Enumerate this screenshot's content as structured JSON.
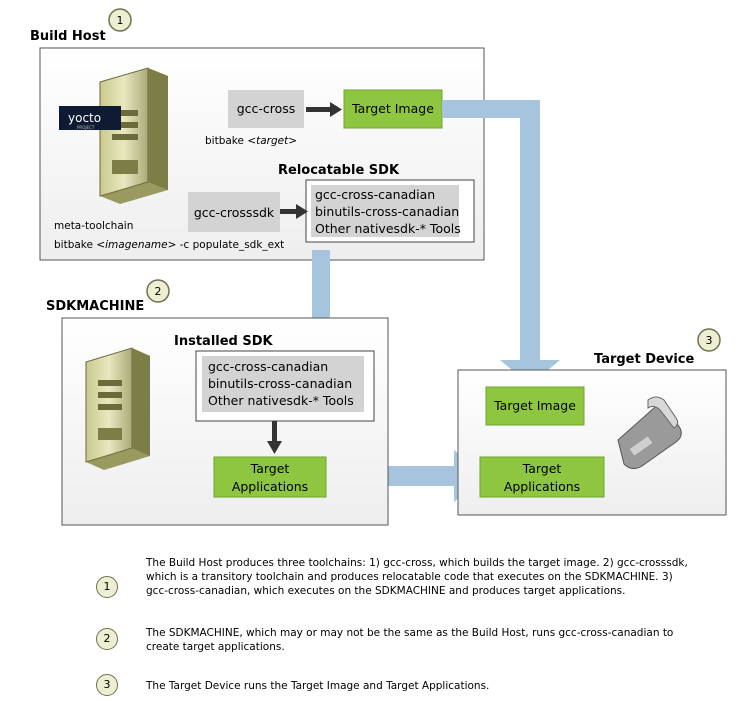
{
  "build_host": {
    "title": "Build Host",
    "badge": "1",
    "logo_text": "yocto",
    "logo_subtext": "PROJECT",
    "gcc_cross": "gcc-cross",
    "target_image": "Target Image",
    "bitbake_target_prefix": "bitbake ",
    "bitbake_target_arg": "<target>",
    "relocatable_sdk_title": "Relocatable SDK",
    "gcc_crosssdk": "gcc-crosssdk",
    "sdk_tools": [
      "gcc-cross-canadian",
      "binutils-cross-canadian",
      "Other nativesdk-* Tools"
    ],
    "meta_toolchain": "meta-toolchain",
    "bitbake_populate_prefix": "bitbake ",
    "bitbake_populate_arg": "<imagename>",
    "bitbake_populate_suffix": " -c populate_sdk_ext"
  },
  "sdkmachine": {
    "title": "SDKMACHINE",
    "badge": "2",
    "installed_sdk_title": "Installed SDK",
    "sdk_tools": [
      "gcc-cross-canadian",
      "binutils-cross-canadian",
      "Other nativesdk-* Tools"
    ],
    "target_applications_line1": "Target",
    "target_applications_line2": "Applications"
  },
  "target_device": {
    "title": "Target Device",
    "badge": "3",
    "target_image": "Target Image",
    "target_applications_line1": "Target",
    "target_applications_line2": "Applications"
  },
  "legend": [
    {
      "number": "1",
      "text": "The Build Host produces three toolchains: 1)  gcc-cross, which builds the target image.  2) gcc-crosssdk, which is a transitory toolchain and produces relocatable code that executes on the SDKMACHINE. 3) gcc-cross-canadian, which executes on the SDKMACHINE and produces target applications."
    },
    {
      "number": "2",
      "text": "The SDKMACHINE, which may or may not be the same as the Build Host, runs gcc-cross-canadian to create target applications."
    },
    {
      "number": "3",
      "text": "The Target Device runs the Target Image and Target Applications."
    }
  ],
  "colors": {
    "green": "#8ec63f",
    "green_border": "#6ea52b",
    "grey_box": "#d3d3d3",
    "panel_fill": "#f4f4f4",
    "flow_arrow": "#a7c4df",
    "dark_arrow": "#333333"
  }
}
